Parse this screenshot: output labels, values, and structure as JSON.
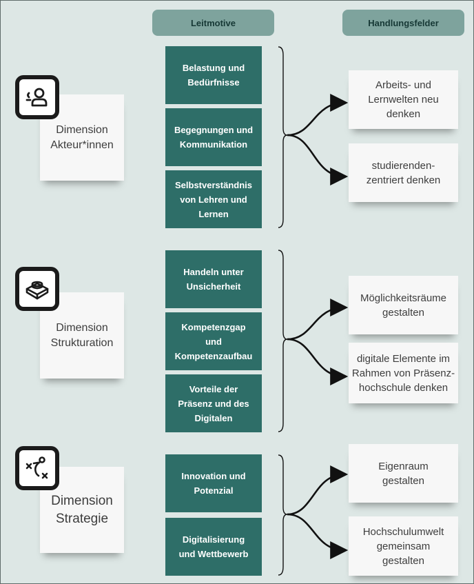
{
  "headers": {
    "leitmotive": "Leitmotive",
    "handlungsfelder": "Handlungsfelder"
  },
  "dimensions": [
    {
      "label": "Dimension\nAkteur*innen",
      "icon": "person-icon",
      "leitmotive": [
        "Belastung und\nBedürfnisse",
        "Begegnungen und\nKommunikation",
        "Selbstverständnis\nvon Lehren und\nLernen"
      ],
      "handlungsfelder": [
        "Arbeits- und\nLernwelten neu\ndenken",
        "studierenden-\nzentriert denken"
      ]
    },
    {
      "label": "Dimension\nStrukturation",
      "icon": "cube-button-icon",
      "leitmotive": [
        "Handeln unter\nUnsicherheit",
        "Kompetenzgap\nund\nKompetenzaufbau",
        "Vorteile der\nPräsenz und des\nDigitalen"
      ],
      "handlungsfelder": [
        "Möglichkeitsräume\ngestalten",
        "digitale Elemente im\nRahmen von Präsenz-\nhochschule denken"
      ]
    },
    {
      "label": "Dimension\nStrategie",
      "icon": "strategy-icon",
      "leitmotive": [
        "Innovation und\nPotenzial",
        "Digitalisierung\nund Wettbewerb"
      ],
      "handlungsfelder": [
        "Eigenraum\ngestalten",
        "Hochschulumwelt\ngemeinsam\ngestalten"
      ]
    }
  ],
  "colors": {
    "background": "#dde7e5",
    "header": "#7ea39d",
    "leitmotiv": "#2e6e68",
    "note": "#f7f7f7"
  }
}
